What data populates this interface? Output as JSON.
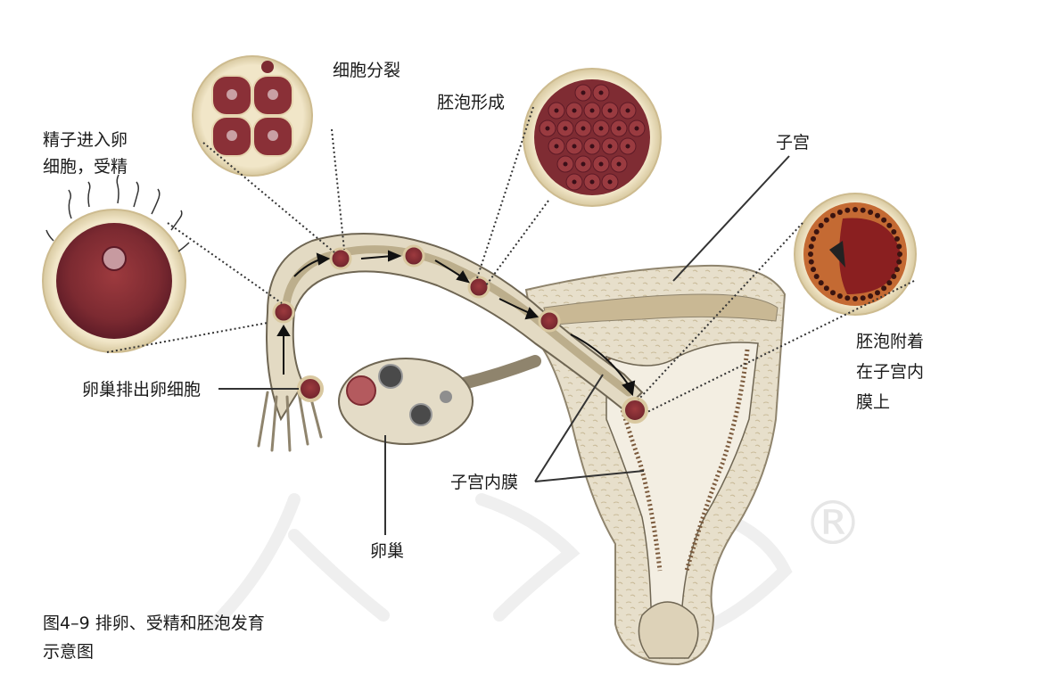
{
  "labels": {
    "sperm_enter": [
      "精子进入卵",
      "细胞，受精"
    ],
    "cell_division": "细胞分裂",
    "blastocyst_formation": "胚泡形成",
    "uterus": "子宫",
    "ovulation": "卵巢排出卵细胞",
    "blastocyst_attach": [
      "胚泡附着",
      "在子宫内",
      "膜上"
    ],
    "endometrium": "子宫内膜",
    "ovary": "卵巢"
  },
  "caption": [
    "图4–9 排卵、受精和胚泡发育",
    "示意图"
  ],
  "watermark": "®",
  "colors": {
    "tissue": "#ebe4d2",
    "tissue_dark": "#cdbf9f",
    "cell_membrane": "#efe3c4",
    "cell_cytoplasm": "#8a2f33",
    "cell_dark": "#5d1a26",
    "leader": "#333333",
    "watermark": "#e6e6e6"
  }
}
